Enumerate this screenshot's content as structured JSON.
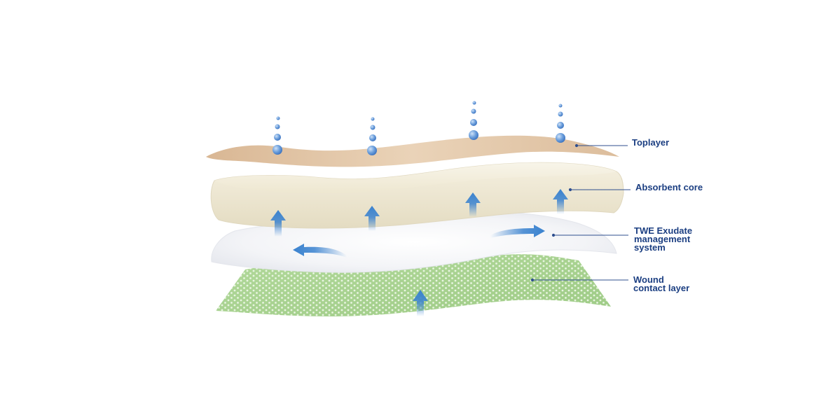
{
  "diagram": {
    "labels": {
      "toplayer": "Toplayer",
      "absorbent_core": "Absorbent core",
      "twe_line1": "TWE Exudate",
      "twe_line2": "management",
      "twe_line3": "system",
      "wound_line1": "Wound",
      "wound_line2": "contact layer"
    },
    "colors": {
      "label_text": "#1c3f82",
      "leader_line": "#2f4f8f",
      "toplayer": "#e3c8a9",
      "absorbent_core": "#f3eedc",
      "twe_layer": "#f4f5f8",
      "wound_layer": "#a9d391",
      "droplet": "#4f86cf",
      "arrow": "#3a82cf"
    },
    "icons": [
      "droplet-icon",
      "arrow-up-icon",
      "arrow-left-icon",
      "arrow-right-icon"
    ]
  }
}
